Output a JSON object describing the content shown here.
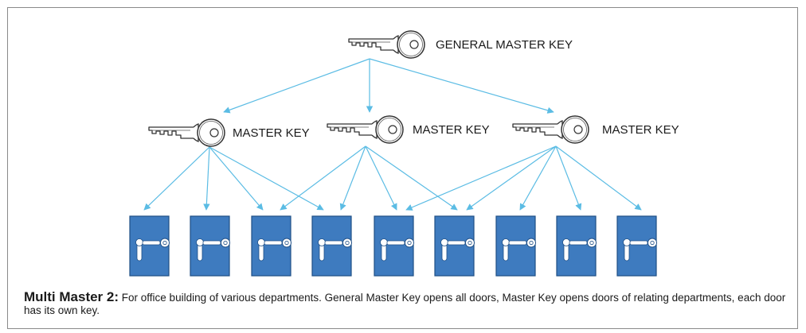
{
  "general_key": {
    "label": "GENERAL MASTER KEY"
  },
  "master_keys": [
    {
      "label": "MASTER KEY"
    },
    {
      "label": "MASTER KEY"
    },
    {
      "label": "MASTER KEY"
    }
  ],
  "doors": [
    {},
    {},
    {},
    {},
    {},
    {},
    {},
    {},
    {}
  ],
  "connections": {
    "general_to_masters": [
      0,
      1,
      2
    ],
    "master_to_doors": [
      [
        0,
        1,
        2,
        3
      ],
      [
        2,
        3,
        4,
        5
      ],
      [
        4,
        5,
        6,
        7,
        8
      ]
    ]
  },
  "caption": {
    "title": "Multi Master 2:",
    "text": " For office building of various departments. General Master Key opens all doors, Master Key opens doors of relating departments, each door has its own key."
  },
  "colors": {
    "arrow": "#5bbce4",
    "door": "#3e7bbf",
    "door_border": "#1f4f86",
    "key_outline": "#333333",
    "frame": "#8a8a8a"
  }
}
